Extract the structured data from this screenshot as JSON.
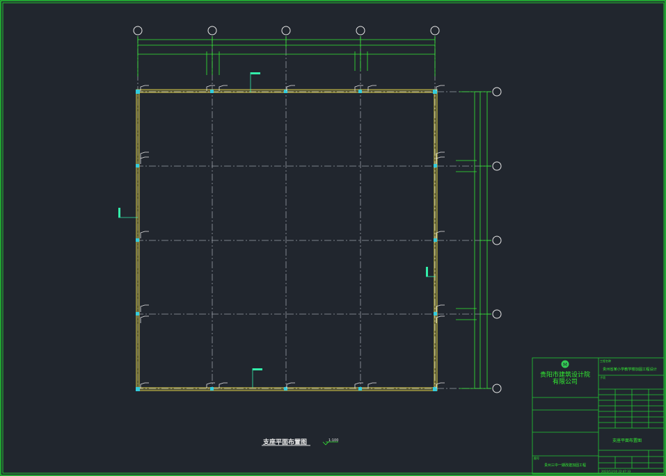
{
  "drawing": {
    "title": "支座平面布置图",
    "scale_note": "1:100",
    "colors": {
      "background": "#21262e",
      "frame": "#22cc33",
      "wall": "#e6d84a",
      "grid_axis": "#9aa0a8",
      "dimension": "#33ee33",
      "column": "#33ccdd",
      "bubble": "#e8e8e8",
      "tag": "#33eeaa",
      "note": "#e8e8e8"
    },
    "grid": {
      "columns": 5,
      "rows": 5
    }
  },
  "title_block": {
    "company_line1": "贵阳市建筑设计院",
    "company_line2": "有限公司",
    "logo_icon": "company-logo-icon",
    "project_label": "工程名称",
    "project_name": "贵州省某小学教学楼加固工程设计",
    "item_label": "子项",
    "sheet_name": "支座平面布置图",
    "sheet_code_label": "图号",
    "sheet_code": "贵州三中一期改建加固工程",
    "footer_code": "2022/12/10 22:47:33"
  }
}
